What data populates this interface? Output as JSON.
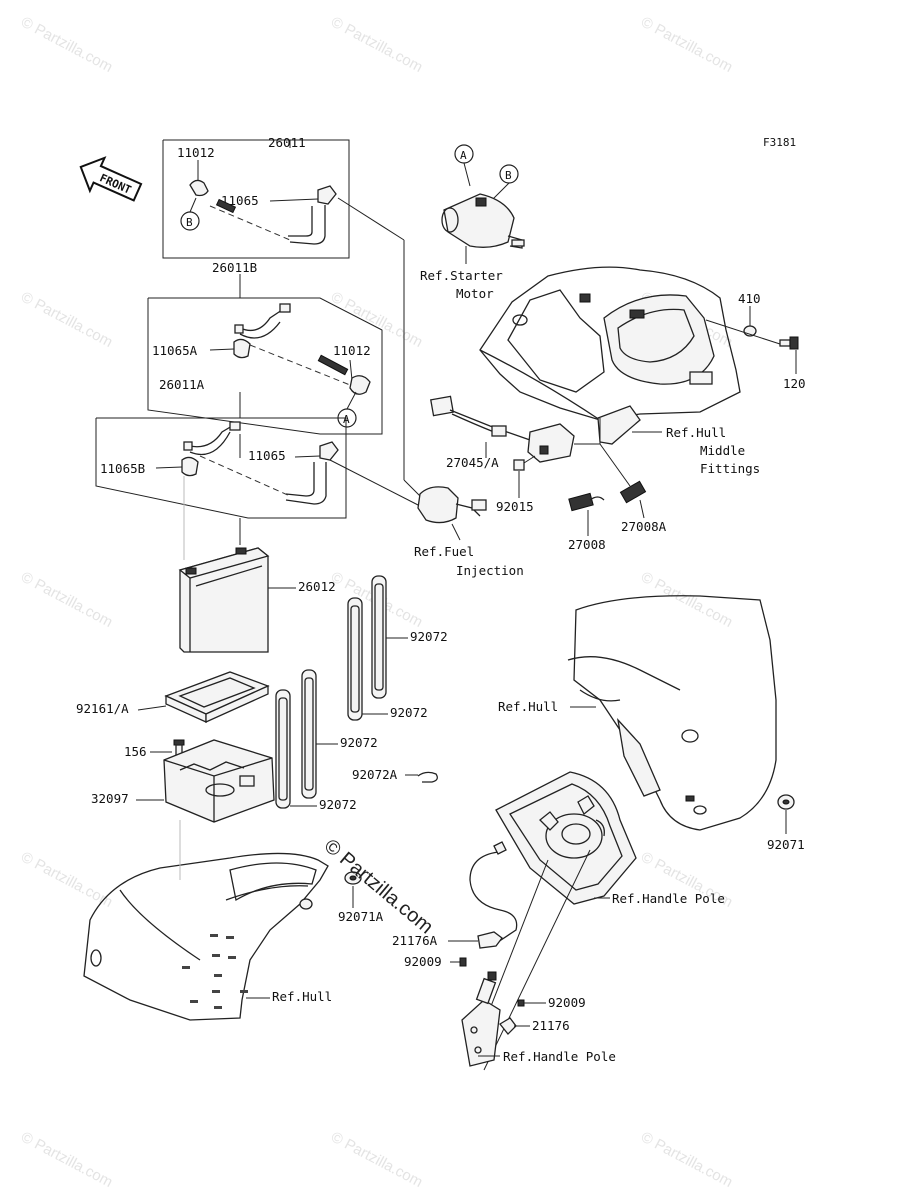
{
  "figure_code": "F3181",
  "front_arrow": "FRONT",
  "watermark": "© Partzilla.com",
  "watermark_center": "© Partzilla.com",
  "callouts": {
    "a": "A",
    "b": "B"
  },
  "labels": {
    "p26011": "26011",
    "p11012_top": "11012",
    "p11065_top": "11065",
    "p26011B": "26011B",
    "p11065A": "11065A",
    "p11012_mid": "11012",
    "p26011A": "26011A",
    "p11065B": "11065B",
    "p11065_mid": "11065",
    "p26012": "26012",
    "p92072_a": "92072",
    "p92072_b": "92072",
    "p92072_c": "92072",
    "p92072_d": "92072",
    "p92161A": "92161/A",
    "p156": "156",
    "p92072A": "92072A",
    "p32097": "32097",
    "p92071A": "92071A",
    "p21176A": "21176A",
    "p92009_a": "92009",
    "p92009_b": "92009",
    "p21176": "21176",
    "p410": "410",
    "p120": "120",
    "p27045A": "27045/A",
    "p92015": "92015",
    "p27008": "27008",
    "p27008A": "27008A",
    "p92071": "92071"
  },
  "refs": {
    "starter_motor_1": "Ref.Starter",
    "starter_motor_2": "Motor",
    "hull_middle_1": "Ref.Hull",
    "hull_middle_2": "Middle",
    "hull_middle_3": "Fittings",
    "fuel_injection_1": "Ref.Fuel",
    "fuel_injection_2": "Injection",
    "hull_right": "Ref.Hull",
    "handle_pole_1": "Ref.Handle Pole",
    "handle_pole_2": "Ref.Handle Pole",
    "hull_left": "Ref.Hull"
  }
}
